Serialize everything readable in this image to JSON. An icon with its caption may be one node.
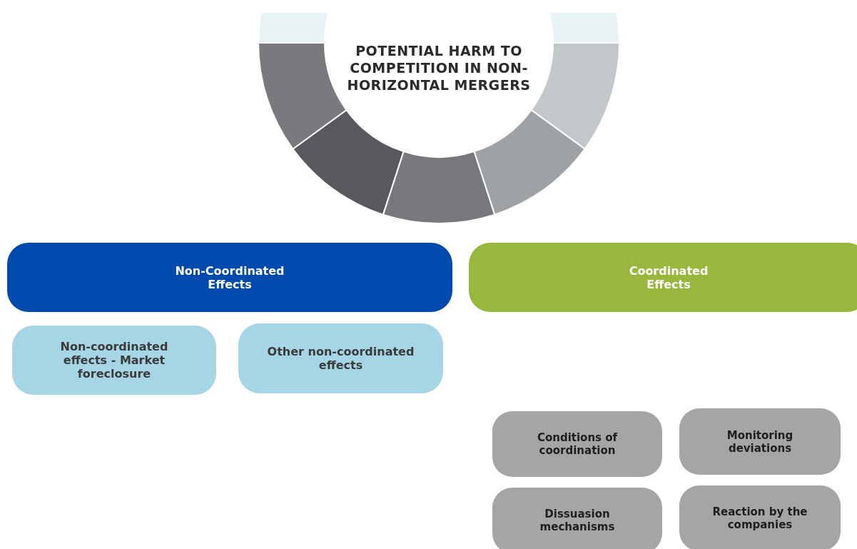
{
  "diagram": {
    "nodes": [
      {
        "text": [
          "POTENTIAL HARM TO COMPETITION IN NON-HORIZONTAL MERGERS"
        ]
      },
      {
        "text": [
          "Non-Coordinated Effects"
        ]
      },
      {
        "text": [
          "Coordinated Effects"
        ]
      },
      {
        "text": [
          "Non-coordinated effects - Market foreclosure"
        ]
      },
      {
        "text": [
          "Other non-coordinated effects"
        ]
      },
      {
        "text": [
          "Conditions of coordination"
        ]
      },
      {
        "text": [
          "Monitoring deviations"
        ]
      },
      {
        "text": [
          "Dissuasion mechanisms"
        ]
      },
      {
        "text": [
          "Reaction by the companies"
        ]
      }
    ]
  }
}
